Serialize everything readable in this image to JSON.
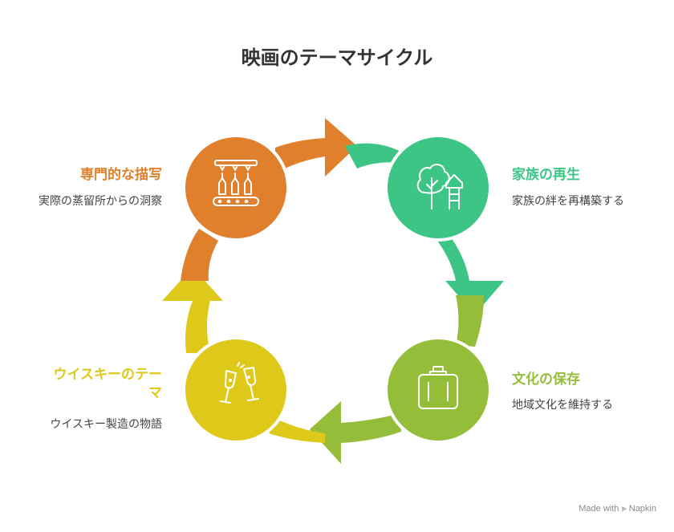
{
  "title": "映画のテーマサイクル",
  "colors": {
    "orange": "#E07F2C",
    "green": "#3CC585",
    "lime": "#94BE3A",
    "yellow": "#DEC91A"
  },
  "nodes": [
    {
      "id": "portrayal",
      "title": "専門的な描写",
      "description": "実際の蒸留所からの洞察",
      "icon": "distillery-bottles-icon",
      "color": "#E07F2C"
    },
    {
      "id": "family",
      "title": "家族の再生",
      "description": "家族の絆を再構築する",
      "icon": "tree-house-icon",
      "color": "#3CC585"
    },
    {
      "id": "culture",
      "title": "文化の保存",
      "description": "地域文化を維持する",
      "icon": "flask-icon",
      "color": "#94BE3A"
    },
    {
      "id": "whisky",
      "title_line1": "ウイスキーのテー",
      "title_line2": "マ",
      "description": "ウイスキー製造の物語",
      "icon": "toasting-glasses-icon",
      "color": "#DEC91A"
    }
  ],
  "footer": {
    "made_with": "Made with",
    "brand": "Napkin"
  }
}
